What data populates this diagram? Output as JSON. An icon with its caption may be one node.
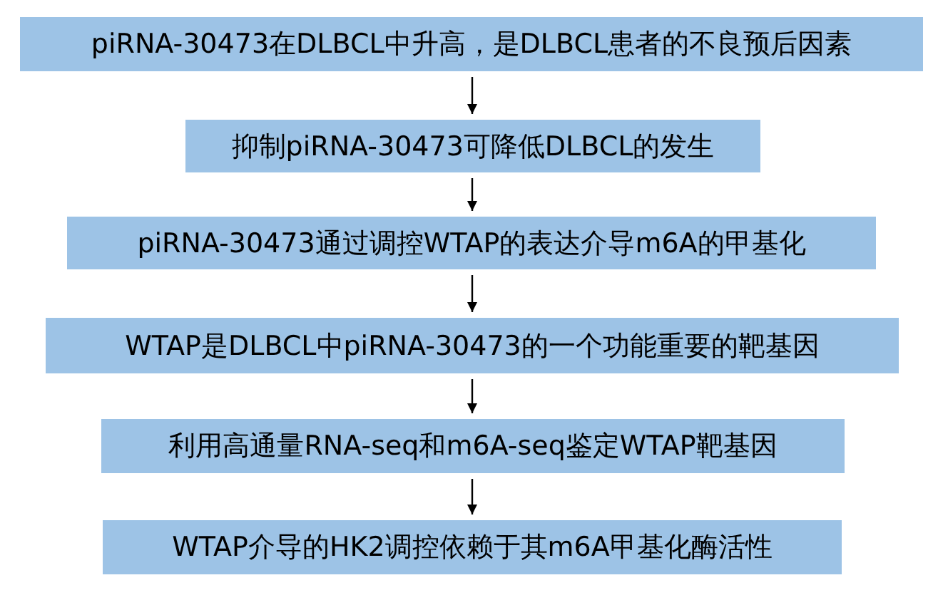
{
  "diagram": {
    "nodes": [
      {
        "text": [
          "piRNA-30473在DLBCL中升高，是DLBCL患者的不良预后因素"
        ]
      },
      {
        "text": [
          "抑制piRNA-30473可降低DLBCL的发生"
        ]
      },
      {
        "text": [
          "piRNA-30473通过调控WTAP的表达介导m6A的甲基化"
        ]
      },
      {
        "text": [
          "WTAP是DLBCL中piRNA-30473的一个功能重要的靶基因"
        ]
      },
      {
        "text": [
          "利用高通量RNA-seq和m6A-seq鉴定WTAP靶基因"
        ]
      },
      {
        "text": [
          "WTAP介导的HK2调控依赖于其m6A甲基化酶活性"
        ]
      }
    ],
    "edges": [
      {
        "from": 0,
        "to": 1,
        "arrow": "to"
      },
      {
        "from": 1,
        "to": 2,
        "arrow": "to"
      },
      {
        "from": 2,
        "to": 3,
        "arrow": "to"
      },
      {
        "from": 3,
        "to": 4,
        "arrow": "to"
      },
      {
        "from": 4,
        "to": 5,
        "arrow": "to"
      }
    ]
  }
}
